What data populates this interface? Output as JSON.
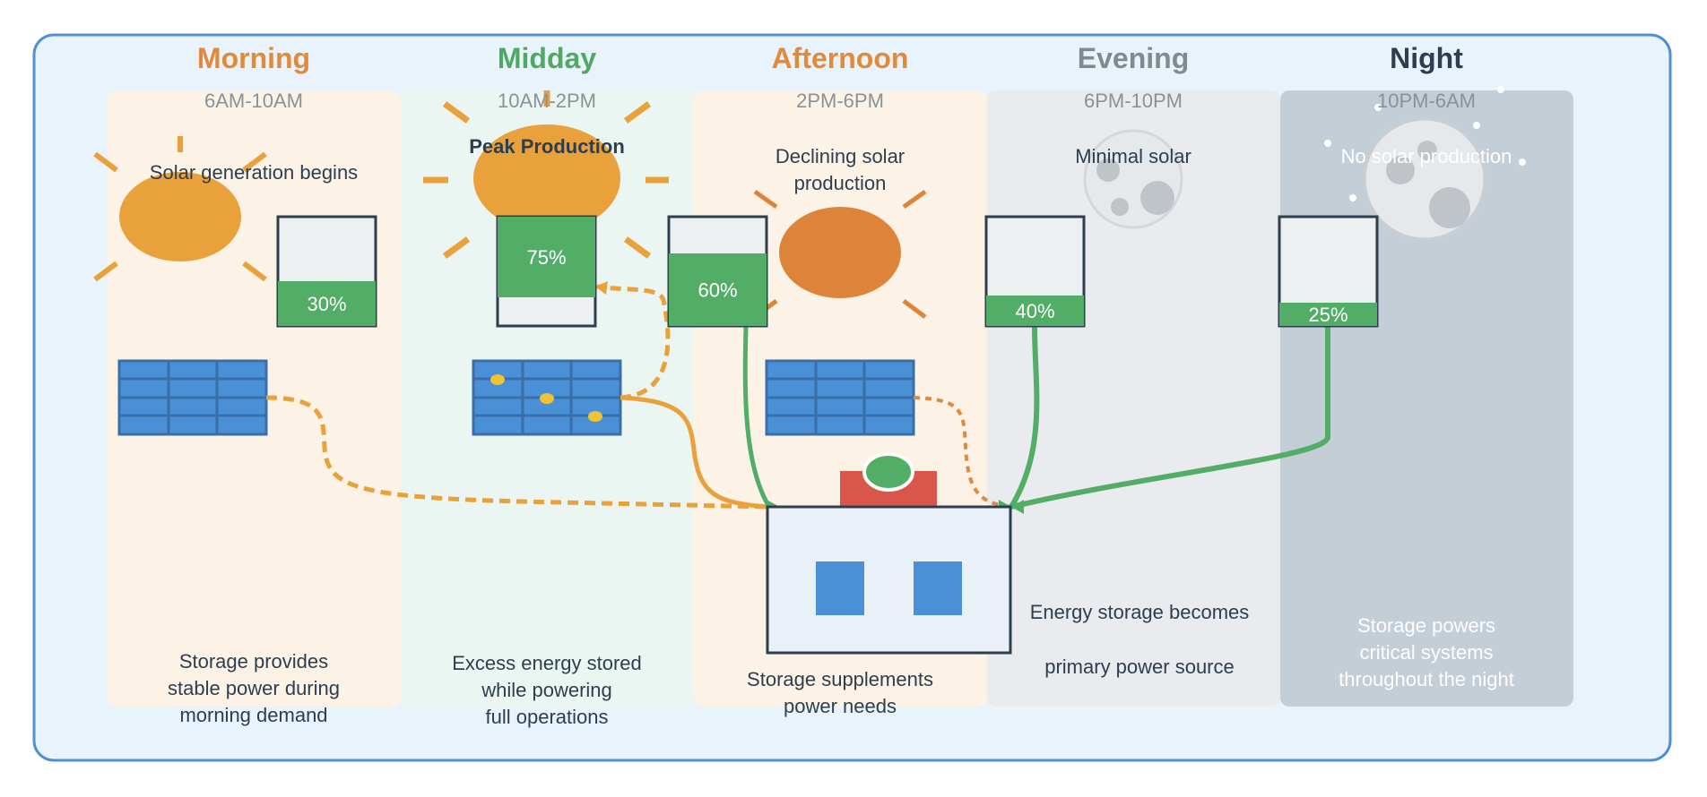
{
  "colors": {
    "frame_stroke": "#4f8fd4",
    "frame_fill": "#e9f3fb",
    "morning": "#e08a3c",
    "midday": "#4eaa62",
    "afternoon": "#e08a3c",
    "evening": "#7f8c8d",
    "night": "#2c3e50",
    "sun": "#e9a13b",
    "sun_afternoon": "#dd843a",
    "battery_fill": "#52ad67",
    "panel_blue": "#4a90d6",
    "solar_flow": "#e9a13b",
    "storage_flow": "#52ad67",
    "building_roof": "#d9574a"
  },
  "periods": [
    {
      "id": "morning",
      "title": "Morning",
      "time": "6AM-10AM",
      "note": "Solar generation begins",
      "battery_level": 30,
      "battery_label": "30%",
      "bottom": [
        "Storage provides",
        "stable power during",
        "morning demand"
      ]
    },
    {
      "id": "midday",
      "title": "Midday",
      "time": "10AM-2PM",
      "note": "Peak Production",
      "battery_level": 75,
      "battery_label": "75%",
      "bottom": [
        "Excess energy stored",
        "while powering",
        "full operations"
      ]
    },
    {
      "id": "afternoon",
      "title": "Afternoon",
      "time": "2PM-6PM",
      "note": [
        "Declining solar",
        "production"
      ],
      "battery_level": 60,
      "battery_label": "60%",
      "bottom": [
        "Storage supplements",
        "power needs"
      ]
    },
    {
      "id": "evening",
      "title": "Evening",
      "time": "6PM-10PM",
      "note": "Minimal solar",
      "battery_level": 40,
      "battery_label": "40%",
      "bottom": [
        "Energy storage becomes",
        "primary power source"
      ]
    },
    {
      "id": "night",
      "title": "Night",
      "time": "10PM-6AM",
      "note": "No solar production",
      "battery_level": 25,
      "battery_label": "25%",
      "bottom": [
        "Storage powers",
        "critical systems",
        "throughout the night"
      ]
    }
  ],
  "icons": [
    "sun-icon",
    "moon-icon",
    "solar-panel-icon",
    "battery-icon",
    "building-icon"
  ]
}
